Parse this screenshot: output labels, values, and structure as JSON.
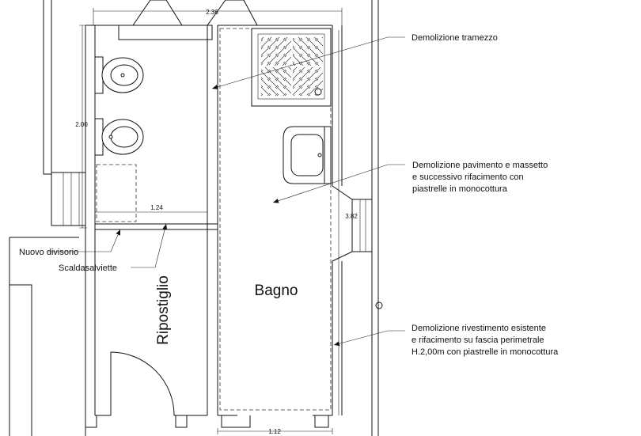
{
  "dimensions": {
    "top_width": "2.36",
    "left_height": "2.00",
    "mid_width": "1.24",
    "right_height": "3.82",
    "bottom_width": "1.12"
  },
  "rooms": {
    "bagno": "Bagno",
    "ripostiglio": "Ripostiglio"
  },
  "notes": {
    "demolizione_tramezzo": "Demolizione tramezzo",
    "pavimento": [
      "Demolizione pavimento e massetto",
      "e successivo rifacimento con",
      "piastrelle in monocottura"
    ],
    "rivestimento": [
      "Demolizione rivestimento esistente",
      "e rifacimento su fascia perimetrale",
      "H.2,00m con piastrelle in monocottura"
    ],
    "nuovo_divisorio": "Nuovo divisorio",
    "scaldasalviette": "Scaldasalviette"
  }
}
